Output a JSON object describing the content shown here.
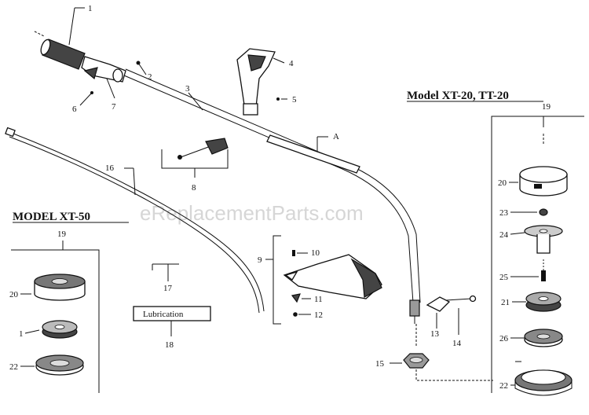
{
  "watermark": "eReplacementParts.com",
  "models": {
    "xt20": "Model XT-20, TT-20",
    "xt50": "MODEL XT-50"
  },
  "lubrication": "Lubrication",
  "callouts": {
    "c1": "1",
    "c2": "2",
    "c3": "3",
    "c4": "4",
    "c5": "5",
    "c6": "6",
    "c7": "7",
    "c8": "8",
    "cA": "A",
    "c9": "9",
    "c10": "10",
    "c11": "11",
    "c12": "12",
    "c13": "13",
    "c14": "14",
    "c15": "15",
    "c16": "16",
    "c17": "17",
    "c18": "18",
    "l19": "19",
    "l20": "20",
    "l1": "1",
    "l22": "22",
    "r19": "19",
    "r20": "20",
    "r23": "23",
    "r24": "24",
    "r25": "25",
    "r21": "21",
    "r26": "26",
    "r22": "22"
  }
}
